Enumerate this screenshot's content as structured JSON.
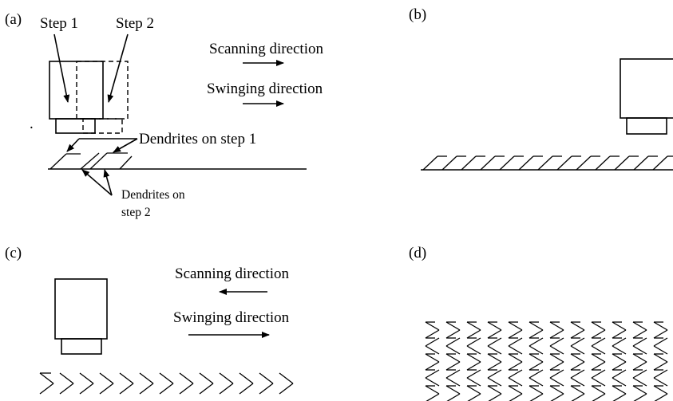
{
  "panels": {
    "a": {
      "label": "(a)",
      "step1": "Step 1",
      "step2": "Step 2",
      "scanning": "Scanning direction",
      "swinging": "Swinging direction",
      "dendrites_step1": "Dendrites on step 1",
      "dendrites_step2_line1": "Dendrites on",
      "dendrites_step2_line2": "step 2"
    },
    "b": {
      "label": "(b)"
    },
    "c": {
      "label": "(c)",
      "scanning": "Scanning direction",
      "swinging": "Swinging direction"
    },
    "d": {
      "label": "(d)"
    }
  },
  "colors": {
    "line": "#000000",
    "background": "#ffffff"
  }
}
